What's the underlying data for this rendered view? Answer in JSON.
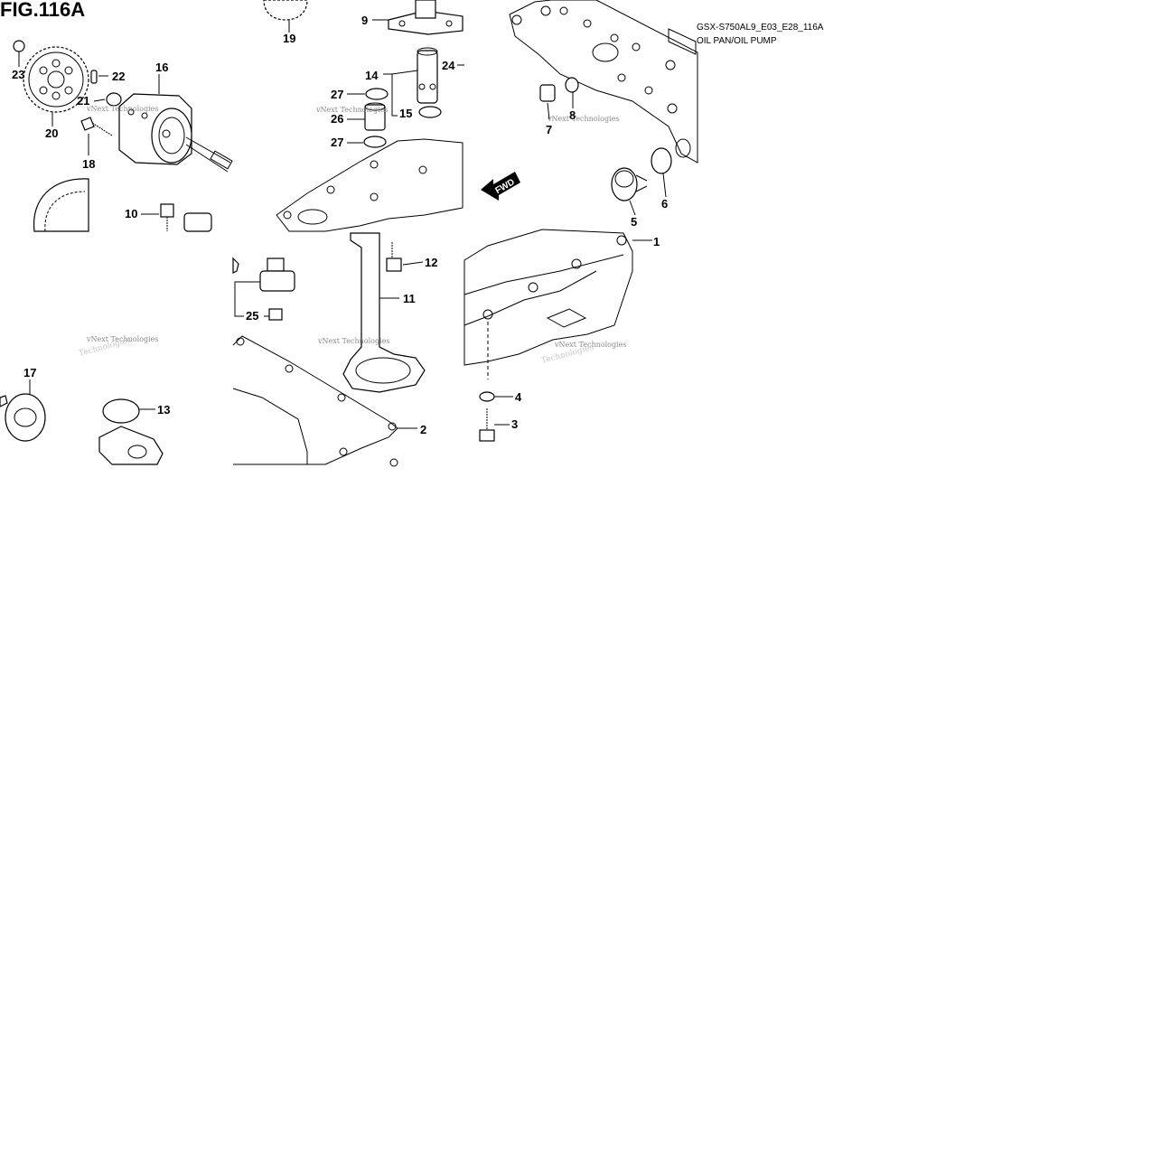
{
  "figure": {
    "title": "FIG.116A",
    "code": "GSX-S750AL9_E03_E28_116A",
    "name": "OIL PAN/OIL PUMP",
    "direction": "FWD"
  },
  "watermark": {
    "text": "vNext Technologies",
    "text_faint": "Technologies"
  },
  "callouts": [
    "1",
    "2",
    "3",
    "4",
    "5",
    "6",
    "7",
    "8",
    "9",
    "10",
    "11",
    "12",
    "13",
    "14",
    "15",
    "16",
    "17",
    "18",
    "19",
    "20",
    "21",
    "22",
    "23",
    "24",
    "25",
    "26",
    "27",
    "27"
  ],
  "icons": [
    "fwd-arrow-icon"
  ]
}
